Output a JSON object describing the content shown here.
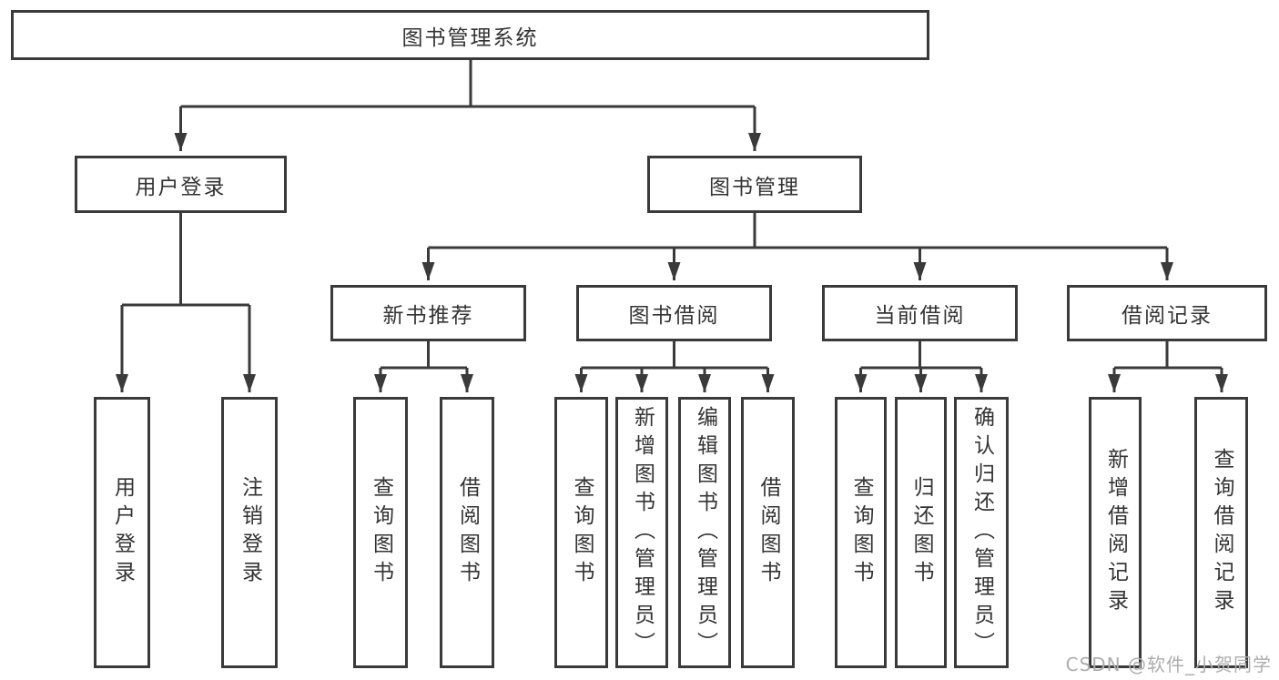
{
  "diagram": {
    "root": {
      "label": "图书管理系统"
    },
    "level1": [
      {
        "label": "用户登录"
      },
      {
        "label": "图书管理"
      }
    ],
    "level2": [
      {
        "label": "新书推荐"
      },
      {
        "label": "图书借阅"
      },
      {
        "label": "当前借阅"
      },
      {
        "label": "借阅记录"
      }
    ],
    "leaves": {
      "user_login": [
        "用户登录",
        "注销登录"
      ],
      "new_book_recommend": [
        "查询图书",
        "借阅图书"
      ],
      "book_borrow": [
        "查询图书",
        "新增图书（管理员）",
        "编辑图书（管理员）",
        "借阅图书"
      ],
      "current_borrow": [
        "查询图书",
        "归还图书",
        "确认归还（管理员）"
      ],
      "borrow_records": [
        "新增借阅记录",
        "查询借阅记录"
      ]
    }
  },
  "watermark": {
    "text": "CSDN @软件_小贺同学"
  },
  "colors": {
    "line": "#3a3a3a",
    "text": "#333333",
    "watermark": "#adadad",
    "background": "#ffffff"
  }
}
